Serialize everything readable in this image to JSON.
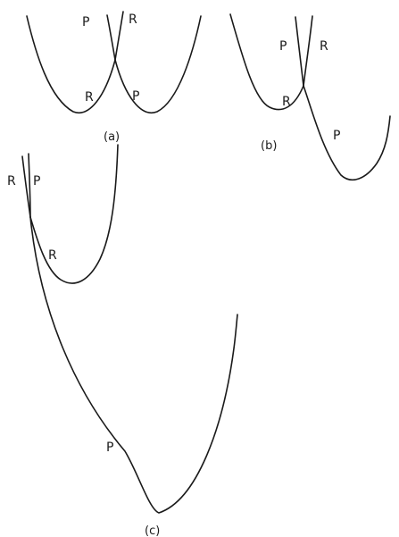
{
  "panels": [
    {
      "caption": "(a)",
      "labels": [
        "P",
        "R",
        "R",
        "P"
      ]
    },
    {
      "caption": "(b)",
      "labels": [
        "P",
        "R",
        "R",
        "P"
      ]
    },
    {
      "caption": "(c)",
      "labels": [
        "R",
        "P",
        "R",
        "P"
      ]
    }
  ]
}
